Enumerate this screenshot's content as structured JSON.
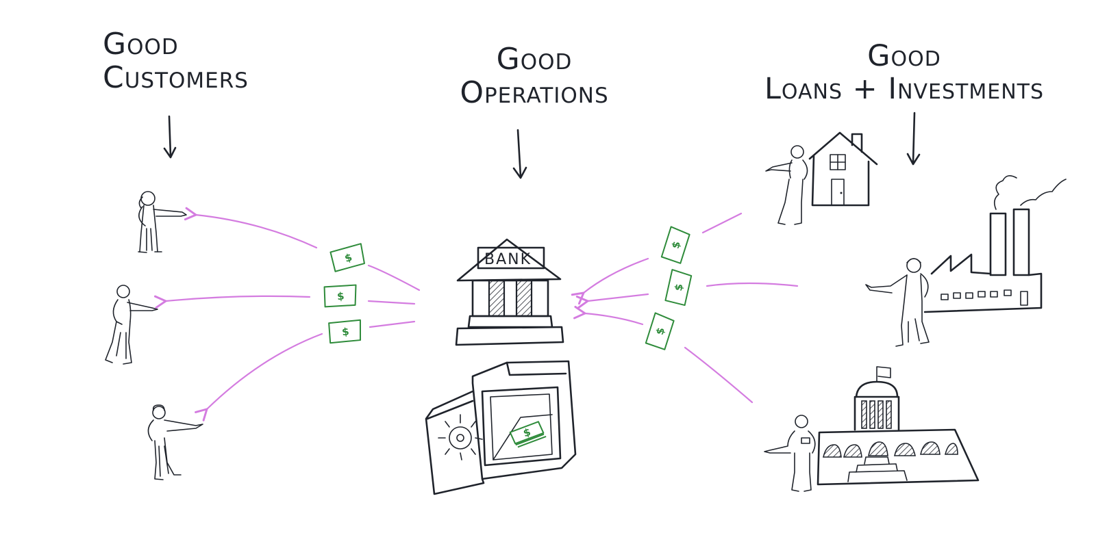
{
  "headings": {
    "customers": {
      "line1": "Good",
      "line2": "Customers"
    },
    "operations": {
      "line1": "Good",
      "line2": "Operations"
    },
    "loans": {
      "line1": "Good",
      "line2": "Loans + Investments"
    }
  },
  "bank": {
    "label": "BANK"
  },
  "cash_symbol": "$",
  "colors": {
    "ink": "#1f232b",
    "money_flow": "#d47ce0",
    "cash": "#2e8b3a",
    "background": "#ffffff"
  }
}
